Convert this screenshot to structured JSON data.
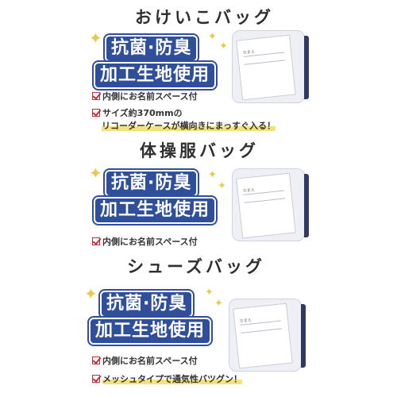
{
  "sections": [
    {
      "title": "おけいこバッグ",
      "badge_line1": "抗菌·防臭",
      "badge_line2": "加工生地使用",
      "bullets": [
        {
          "text": "内側にお名前スペース付",
          "highlight": false
        },
        {
          "text": "サイズ約370mmの",
          "highlight": false
        },
        {
          "text": "リコーダーケースが横向きにまっすぐ入る！",
          "highlight": true
        }
      ]
    },
    {
      "title": "体操服バッグ",
      "badge_line1": "抗菌·防臭",
      "badge_line2": "加工生地使用",
      "bullets": [
        {
          "text": "内側にお名前スペース付",
          "highlight": false
        }
      ]
    },
    {
      "title": "シューズバッグ",
      "badge_line1": "抗菌·防臭",
      "badge_line2": "加工生地使用",
      "bullets": [
        {
          "text": "内側にお名前スペース付",
          "highlight": false
        },
        {
          "text": "メッシュタイプで通気性バツグン！",
          "highlight": true
        }
      ]
    }
  ],
  "colors": {
    "badge_blue": "#2f4f9a",
    "sparkle_gold": "#e9c84a",
    "check_red": "#c0303a",
    "highlight_yellow": "#f2e27a"
  },
  "icons": [
    "sparkle-icon",
    "checkbox-icon"
  ]
}
